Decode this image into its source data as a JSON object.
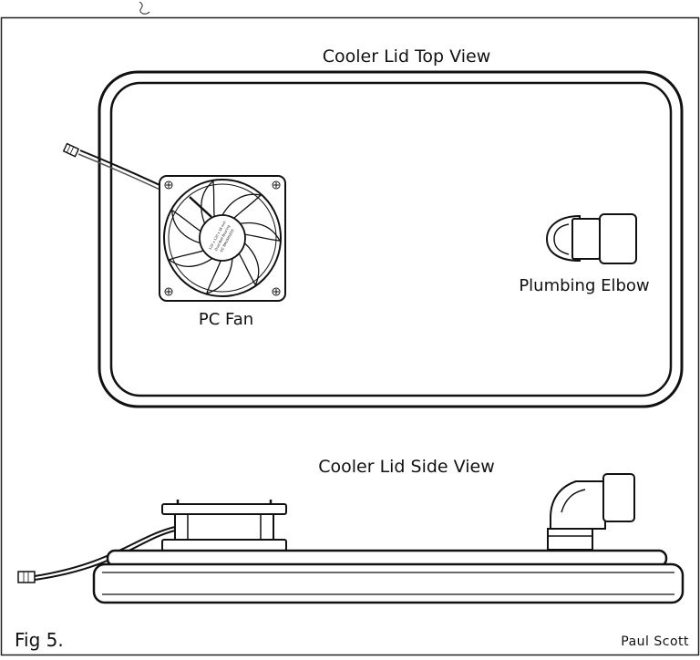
{
  "diagram": {
    "top_view": {
      "title": "Cooler Lid Top View",
      "fan_label": "PC Fan",
      "elbow_label": "Plumbing Elbow",
      "fan_sticker_lines": [
        "12V x 120 x 38 mm",
        "Dual Ball Bearing",
        "DC BRUSHLESS"
      ]
    },
    "side_view": {
      "title": "Cooler Lid Side View"
    },
    "footer": {
      "figure_label": "Fig 5.",
      "author": "Paul Scott"
    }
  }
}
